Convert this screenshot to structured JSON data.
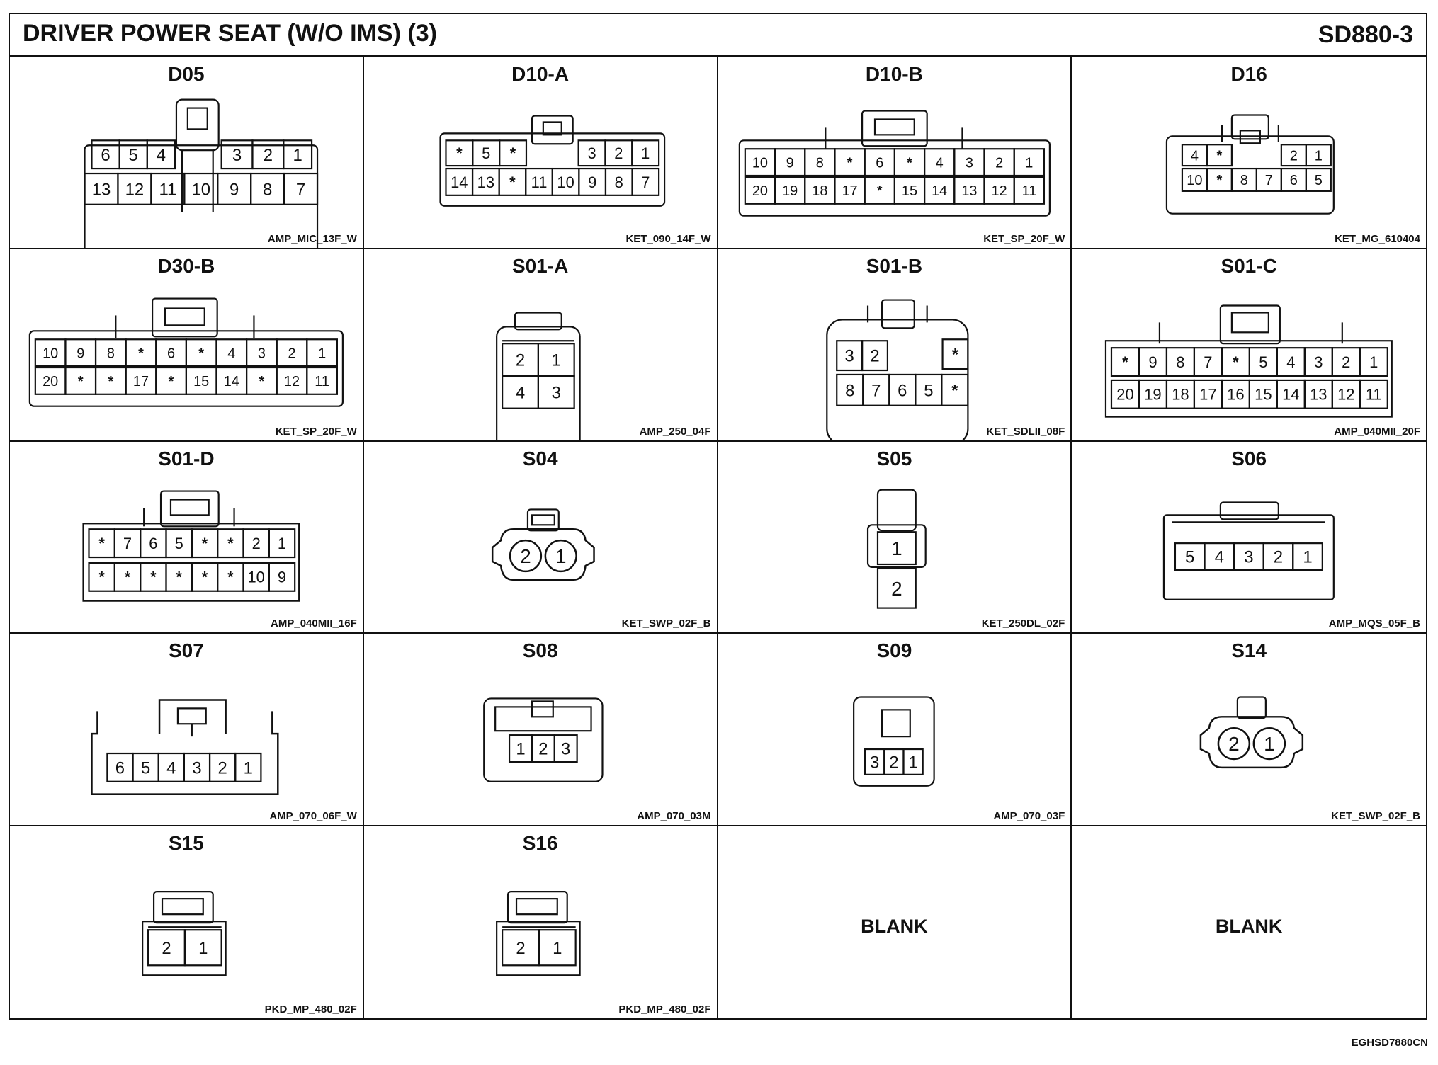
{
  "header": {
    "title": "DRIVER POWER SEAT (W/O IMS) (3)",
    "code": "SD880-3"
  },
  "footer": {
    "doc_id": "EGHSD7880CN"
  },
  "connectors": [
    {
      "name": "D05",
      "part": "AMP_MIC_13F_W",
      "kind": "d05",
      "rows": [
        [
          "6",
          "5",
          "4",
          "3",
          "2",
          "1"
        ],
        [
          "13",
          "12",
          "11",
          "10",
          "9",
          "8",
          "7"
        ]
      ]
    },
    {
      "name": "D10-A",
      "part": "KET_090_14F_W",
      "kind": "d10a",
      "rows": [
        [
          "*",
          "5",
          "*",
          "3",
          "2",
          "1"
        ],
        [
          "14",
          "13",
          "*",
          "11",
          "10",
          "9",
          "8",
          "7"
        ]
      ]
    },
    {
      "name": "D10-B",
      "part": "KET_SP_20F_W",
      "kind": "sp20",
      "rows": [
        [
          "10",
          "9",
          "8",
          "*",
          "6",
          "*",
          "4",
          "3",
          "2",
          "1"
        ],
        [
          "20",
          "19",
          "18",
          "17",
          "*",
          "15",
          "14",
          "13",
          "12",
          "11"
        ]
      ]
    },
    {
      "name": "D16",
      "part": "KET_MG_610404",
      "kind": "d16",
      "rows": [
        [
          "4",
          "*",
          "2",
          "1"
        ],
        [
          "10",
          "*",
          "8",
          "7",
          "6",
          "5"
        ]
      ]
    },
    {
      "name": "D30-B",
      "part": "KET_SP_20F_W",
      "kind": "sp20b",
      "rows": [
        [
          "10",
          "9",
          "8",
          "*",
          "6",
          "*",
          "4",
          "3",
          "2",
          "1"
        ],
        [
          "20",
          "*",
          "*",
          "17",
          "*",
          "15",
          "14",
          "*",
          "12",
          "11"
        ]
      ]
    },
    {
      "name": "S01-A",
      "part": "AMP_250_04F",
      "kind": "s01a",
      "rows": [
        [
          "2",
          "1"
        ],
        [
          "4",
          "3"
        ]
      ]
    },
    {
      "name": "S01-B",
      "part": "KET_SDLII_08F",
      "kind": "s01b",
      "rows": [
        [
          "3",
          "2",
          "*"
        ],
        [
          "8",
          "7",
          "6",
          "5",
          "*"
        ]
      ]
    },
    {
      "name": "S01-C",
      "part": "AMP_040MII_20F",
      "kind": "row10",
      "rows": [
        [
          "*",
          "9",
          "8",
          "7",
          "*",
          "5",
          "4",
          "3",
          "2",
          "1"
        ],
        [
          "20",
          "19",
          "18",
          "17",
          "16",
          "15",
          "14",
          "13",
          "12",
          "11"
        ]
      ]
    },
    {
      "name": "S01-D",
      "part": "AMP_040MII_16F",
      "kind": "row8",
      "rows": [
        [
          "*",
          "7",
          "6",
          "5",
          "*",
          "*",
          "2",
          "1"
        ],
        [
          "*",
          "*",
          "*",
          "*",
          "*",
          "*",
          "10",
          "9"
        ]
      ]
    },
    {
      "name": "S04",
      "part": "KET_SWP_02F_B",
      "kind": "round2",
      "rows": [
        [
          "2",
          "1"
        ]
      ]
    },
    {
      "name": "S05",
      "part": "KET_250DL_02F",
      "kind": "s05",
      "rows": [
        [
          "1"
        ],
        [
          "2"
        ]
      ]
    },
    {
      "name": "S06",
      "part": "AMP_MQS_05F_B",
      "kind": "s06",
      "rows": [
        [
          "5",
          "4",
          "3",
          "2",
          "1"
        ]
      ]
    },
    {
      "name": "S07",
      "part": "AMP_070_06F_W",
      "kind": "s07",
      "rows": [
        [
          "6",
          "5",
          "4",
          "3",
          "2",
          "1"
        ]
      ]
    },
    {
      "name": "S08",
      "part": "AMP_070_03M",
      "kind": "s08",
      "rows": [
        [
          "1",
          "2",
          "3"
        ]
      ]
    },
    {
      "name": "S09",
      "part": "AMP_070_03F",
      "kind": "s09",
      "rows": [
        [
          "3",
          "2",
          "1"
        ]
      ]
    },
    {
      "name": "S14",
      "part": "KET_SWP_02F_B",
      "kind": "round2b",
      "rows": [
        [
          "2",
          "1"
        ]
      ]
    },
    {
      "name": "S15",
      "part": "PKD_MP_480_02F",
      "kind": "pkd",
      "rows": [
        [
          "2",
          "1"
        ]
      ]
    },
    {
      "name": "S16",
      "part": "PKD_MP_480_02F",
      "kind": "pkd",
      "rows": [
        [
          "2",
          "1"
        ]
      ]
    },
    {
      "name": "",
      "part": "",
      "kind": "blank",
      "label": "BLANK",
      "rows": []
    },
    {
      "name": "",
      "part": "",
      "kind": "blank",
      "label": "BLANK",
      "rows": []
    }
  ]
}
